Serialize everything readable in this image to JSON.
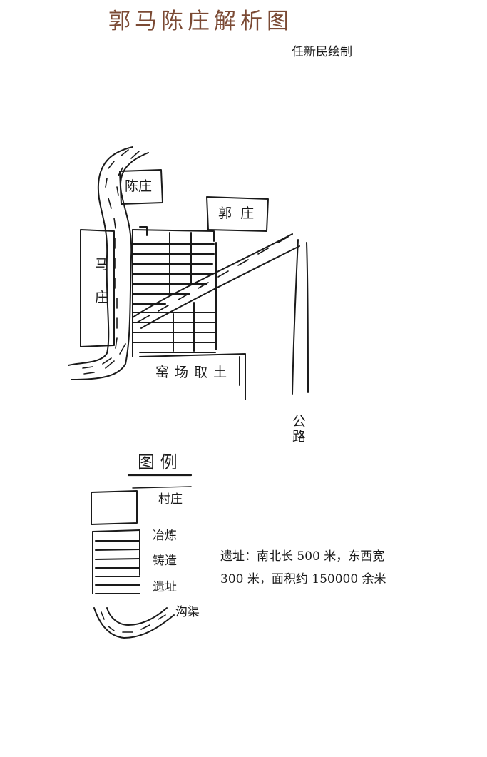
{
  "title": "郭马陈庄解析图",
  "author": "任新民绘制",
  "map": {
    "chen_zhuang": "陈庄",
    "guo_zhuang": "郭  庄",
    "ma_zhuang_1": "马",
    "ma_zhuang_2": "庄",
    "kiln": "窑 场 取 土",
    "road_1": "公",
    "road_2": "路"
  },
  "legend": {
    "title": "图 例",
    "village": "村庄",
    "site_1": "冶炼",
    "site_2": "铸造",
    "site_3": "遗址",
    "ditch": "沟渠"
  },
  "note": {
    "line1": "遗址：南北长 500 米，东西宽",
    "line2": "300 米，面积约 150000 余米"
  }
}
